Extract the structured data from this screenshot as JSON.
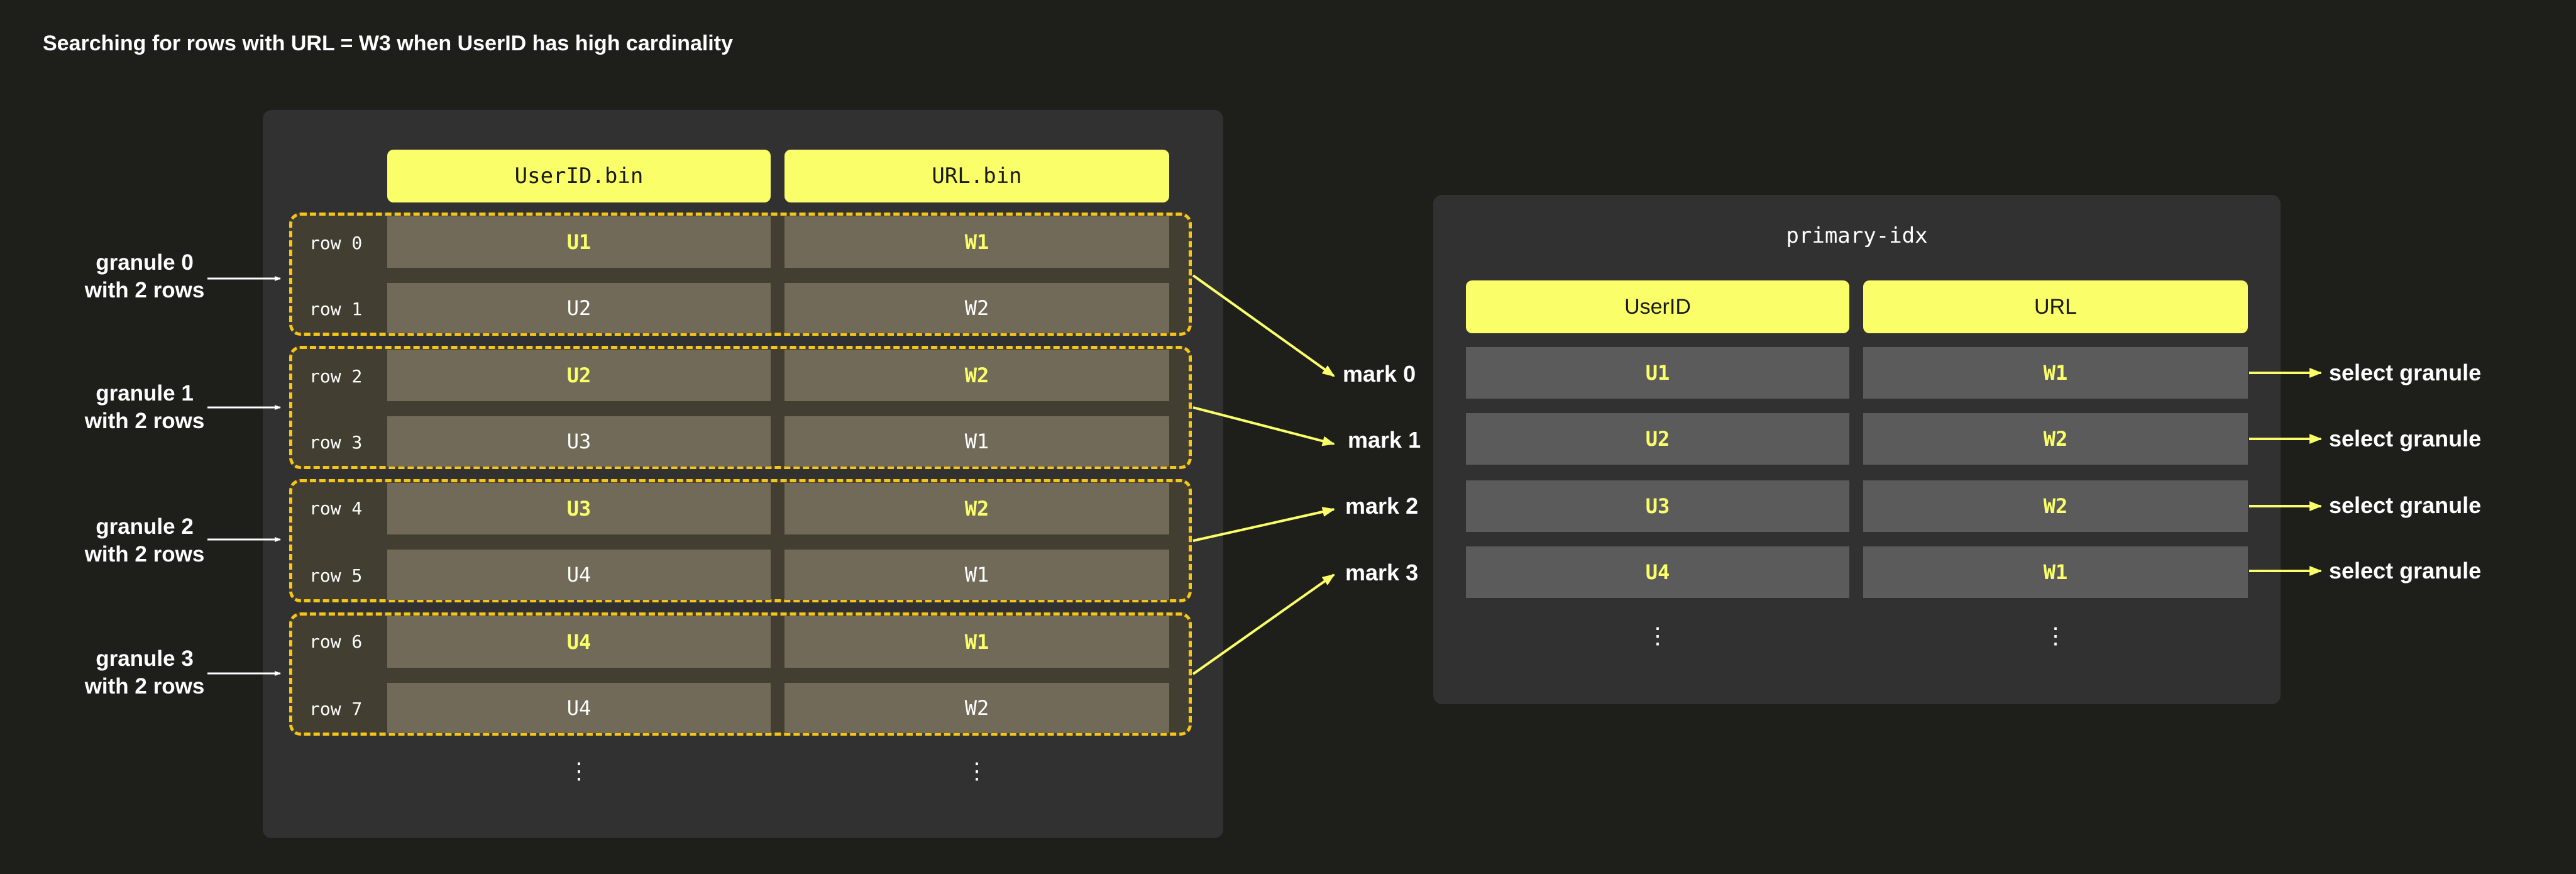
{
  "title": "Searching for rows with  URL = W3 when UserID has high cardinality",
  "data_panel": {
    "headers": [
      "UserID.bin",
      "URL.bin"
    ],
    "rows": [
      {
        "label": "row 0",
        "user": "U1",
        "url": "W1",
        "highlight": true
      },
      {
        "label": "row 1",
        "user": "U2",
        "url": "W2",
        "highlight": false
      },
      {
        "label": "row 2",
        "user": "U2",
        "url": "W2",
        "highlight": true
      },
      {
        "label": "row 3",
        "user": "U3",
        "url": "W1",
        "highlight": false
      },
      {
        "label": "row 4",
        "user": "U3",
        "url": "W2",
        "highlight": true
      },
      {
        "label": "row 5",
        "user": "U4",
        "url": "W1",
        "highlight": false
      },
      {
        "label": "row 6",
        "user": "U4",
        "url": "W1",
        "highlight": true
      },
      {
        "label": "row 7",
        "user": "U4",
        "url": "W2",
        "highlight": false
      }
    ],
    "ellipsis": "⋮"
  },
  "granules": [
    {
      "line1": "granule 0",
      "line2": "with 2 rows"
    },
    {
      "line1": "granule 1",
      "line2": "with 2 rows"
    },
    {
      "line1": "granule 2",
      "line2": "with 2 rows"
    },
    {
      "line1": "granule 3",
      "line2": "with 2 rows"
    }
  ],
  "marks": [
    "mark 0",
    "mark 1",
    "mark 2",
    "mark 3"
  ],
  "index_panel": {
    "title": "primary-idx",
    "headers": [
      "UserID",
      "URL"
    ],
    "rows": [
      {
        "user": "U1",
        "url": "W1"
      },
      {
        "user": "U2",
        "url": "W2"
      },
      {
        "user": "U3",
        "url": "W2"
      },
      {
        "user": "U4",
        "url": "W1"
      }
    ],
    "ellipsis": "⋮"
  },
  "select_labels": [
    "select granule",
    "select granule",
    "select granule",
    "select granule"
  ],
  "colors": {
    "background": "#1e1f1b",
    "panel": "#313131",
    "accent_yellow": "#faff69",
    "granule_border": "#f5c518",
    "data_cell": "#716a59",
    "index_cell": "#5b5b5b"
  }
}
